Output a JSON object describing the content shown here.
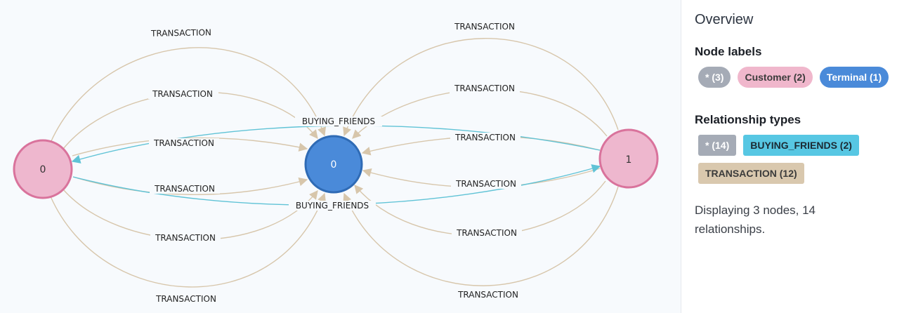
{
  "graph": {
    "nodes": [
      {
        "id": "customer-0",
        "caption": "0",
        "kind": "Customer"
      },
      {
        "id": "terminal-0",
        "caption": "0",
        "kind": "Terminal"
      },
      {
        "id": "customer-1",
        "caption": "1",
        "kind": "Customer"
      }
    ],
    "relationships": [
      {
        "type": "TRANSACTION"
      },
      {
        "type": "TRANSACTION"
      },
      {
        "type": "TRANSACTION"
      },
      {
        "type": "TRANSACTION"
      },
      {
        "type": "TRANSACTION"
      },
      {
        "type": "TRANSACTION"
      },
      {
        "type": "TRANSACTION"
      },
      {
        "type": "TRANSACTION"
      },
      {
        "type": "TRANSACTION"
      },
      {
        "type": "TRANSACTION"
      },
      {
        "type": "TRANSACTION"
      },
      {
        "type": "TRANSACTION"
      },
      {
        "type": "BUYING_FRIENDS"
      },
      {
        "type": "BUYING_FRIENDS"
      }
    ],
    "colors": {
      "customer_fill": "#eeb7ce",
      "customer_stroke": "#d9739c",
      "terminal_fill": "#4a8ad9",
      "terminal_stroke": "#2f6bb5",
      "transaction_edge": "#d7c6ab",
      "buying_friends_edge": "#60c3d6"
    }
  },
  "sidebar": {
    "title": "Overview",
    "node_labels_title": "Node labels",
    "node_labels": [
      {
        "label": "* (3)"
      },
      {
        "label": "Customer (2)"
      },
      {
        "label": "Terminal (1)"
      }
    ],
    "relationship_types_title": "Relationship types",
    "relationship_types": [
      {
        "label": "* (14)"
      },
      {
        "label": "BUYING_FRIENDS (2)"
      },
      {
        "label": "TRANSACTION (12)"
      }
    ],
    "status": "Displaying 3 nodes, 14 relationships."
  }
}
